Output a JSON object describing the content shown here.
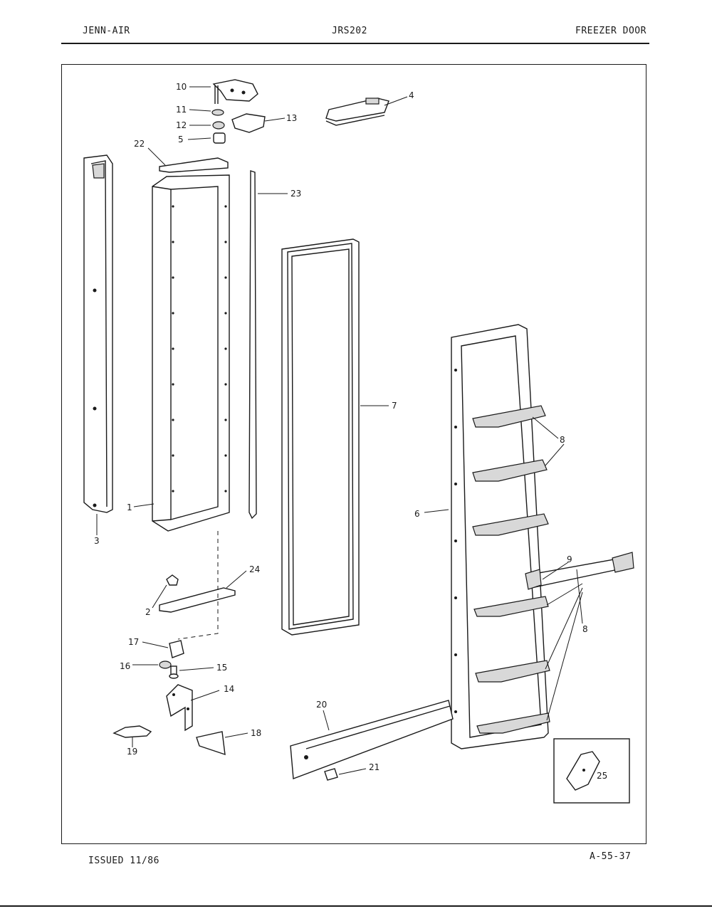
{
  "header": {
    "left": "JENN-AIR",
    "center": "JRS202",
    "right": "FREEZER DOOR"
  },
  "footer": {
    "left": "ISSUED 11/86",
    "right": "A-55-37"
  },
  "callouts": {
    "c1": "1",
    "c2": "2",
    "c3": "3",
    "c4": "4",
    "c5": "5",
    "c6": "6",
    "c7": "7",
    "c8a": "8",
    "c8b": "8",
    "c9": "9",
    "c10": "10",
    "c11": "11",
    "c12": "12",
    "c13": "13",
    "c14": "14",
    "c15": "15",
    "c16": "16",
    "c17": "17",
    "c18": "18",
    "c19": "19",
    "c20": "20",
    "c21": "21",
    "c22": "22",
    "c23": "23",
    "c24": "24",
    "c25": "25"
  }
}
